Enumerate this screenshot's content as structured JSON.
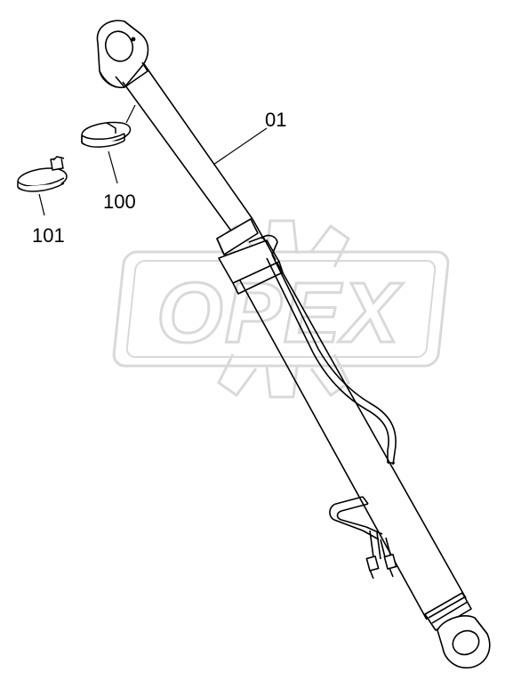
{
  "watermark": {
    "text": "OPEX"
  },
  "callouts": {
    "part_01": "01",
    "part_100": "100",
    "part_101": "101"
  },
  "colors": {
    "line": "#000000",
    "watermark": "#d9d9d9",
    "background": "#ffffff"
  }
}
